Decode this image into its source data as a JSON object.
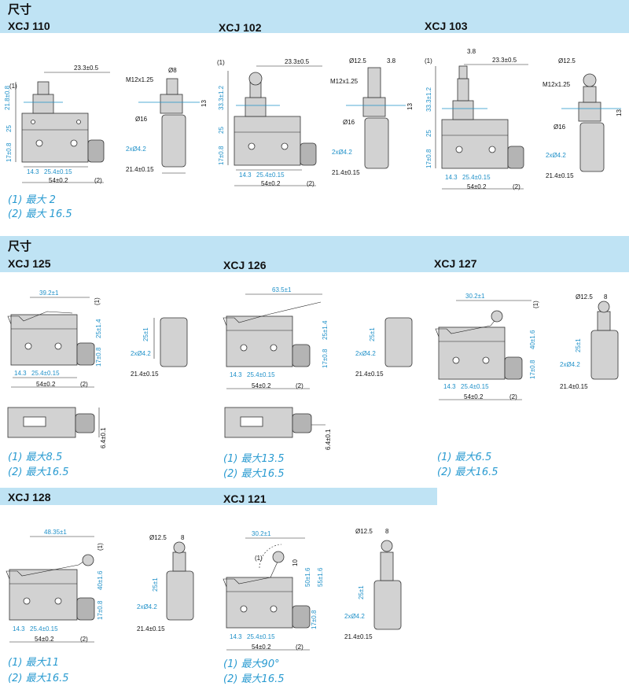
{
  "colors": {
    "header_band": "#bfe3f4",
    "note_text": "#2a9bd1",
    "dimension_blue": "#1e90c8",
    "body_gray": "#d2d2d2"
  },
  "sections": [
    {
      "title": "尺寸",
      "models": [
        {
          "name": "XCJ 110",
          "front": {
            "top": "23.3±0.5",
            "left_upper": "21.8±0.8",
            "note1": "(1)",
            "left_mid": "25",
            "left_low": "17±0.8",
            "b1": "14.3",
            "b2": "25.4±0.15",
            "b3": "54±0.2",
            "note2": "(2)"
          },
          "side": {
            "d_top": "Ø8",
            "thread": "M12x1.25",
            "nut": "13",
            "d16": "Ø16",
            "holes": "2xØ4.2",
            "width": "21.4±0.15"
          }
        },
        {
          "name": "XCJ 102",
          "front": {
            "note1": "(1)",
            "top": "23.3±0.5",
            "left_upper": "33.3±1.2",
            "left_mid": "25",
            "left_low": "17±0.8",
            "b1": "14.3",
            "b2": "25.4±0.15",
            "b3": "54±0.2",
            "note2": "(2)"
          },
          "side": {
            "d_top": "Ø12.5",
            "d_right": "3.8",
            "thread": "M12x1.25",
            "nut": "13",
            "d16": "Ø16",
            "holes": "2xØ4.2",
            "width": "21.4±0.15"
          }
        },
        {
          "name": "XCJ 103",
          "front": {
            "note1": "(1)",
            "roller_w": "3.8",
            "top": "23.3±0.5",
            "left_upper": "33.3±1.2",
            "left_mid": "25",
            "left_low": "17±0.8",
            "b1": "14.3",
            "b2": "25.4±0.15",
            "b3": "54±0.2",
            "note2": "(2)"
          },
          "side": {
            "d_top": "Ø12.5",
            "thread": "M12x1.25",
            "nut": "13",
            "d16": "Ø16",
            "holes": "2xØ4.2",
            "width": "21.4±0.15"
          }
        }
      ],
      "notes": [
        "(1) 最大 2",
        "(2) 最大 16.5"
      ]
    },
    {
      "title": "尺寸",
      "models": [
        {
          "name": "XCJ 125",
          "front": {
            "top": "39.2±1",
            "note1": "(1)",
            "right_upper": "25±1.4",
            "right_low": "17±0.8",
            "b1": "14.3",
            "b2": "25.4±0.15",
            "b3": "54±0.2",
            "note2": "(2)"
          },
          "side": {
            "height": "25±1",
            "holes": "2xØ4.2",
            "width": "21.4±0.15"
          },
          "bottom": {
            "thickness": "6.4±0.1"
          },
          "notes": [
            "(1) 最大8.5",
            "(2) 最大16.5"
          ]
        },
        {
          "name": "XCJ 126",
          "front": {
            "top": "63.5±1",
            "right_upper": "25±1.4",
            "right_low": "17±0.8",
            "b1": "14.3",
            "b2": "25.4±0.15",
            "b3": "54±0.2",
            "note2": "(2)"
          },
          "side": {
            "height": "25±1",
            "holes": "2xØ4.2",
            "width": "21.4±0.15"
          },
          "bottom": {
            "thickness": "6.4±0.1"
          },
          "notes": [
            "(1) 最大13.5",
            "(2) 最大16.5"
          ]
        },
        {
          "name": "XCJ 127",
          "front": {
            "top": "30.2±1",
            "note1": "(1)",
            "right_upper": "40±1.6",
            "right_low": "17±0.8",
            "b1": "14.3",
            "b2": "25.4±0.15",
            "b3": "54±0.2",
            "note2": "(2)"
          },
          "side": {
            "d_top": "Ø12.5",
            "d_right": "8",
            "height": "25±1",
            "holes": "2xØ4.2",
            "width": "21.4±0.15"
          },
          "notes": [
            "(1) 最大6.5",
            "(2) 最大16.5"
          ]
        },
        {
          "name": "XCJ 128",
          "front": {
            "top": "48.35±1",
            "note1": "(1)",
            "right_upper": "40±1.6",
            "right_low": "17±0.8",
            "b1": "14.3",
            "b2": "25.4±0.15",
            "b3": "54±0.2",
            "note2": "(2)"
          },
          "side": {
            "d_top": "Ø12.5",
            "d_right": "8",
            "height": "25±1",
            "holes": "2xØ4.2",
            "width": "21.4±0.15"
          },
          "notes": [
            "(1) 最大11",
            "(2) 最大16.5"
          ]
        },
        {
          "name": "XCJ 121",
          "front": {
            "top": "30.2±1",
            "note1": "(1)",
            "roller": "10",
            "right_a": "50±1.6",
            "right_b": "55±1.6",
            "right_low": "17±0.8",
            "b1": "14.3",
            "b2": "25.4±0.15",
            "b3": "54±0.2",
            "note2": "(2)"
          },
          "side": {
            "d_top": "Ø12.5",
            "d_right": "8",
            "height": "25±1",
            "holes": "2xØ4.2",
            "width": "21.4±0.15"
          },
          "notes": [
            "(1) 最大90°",
            "(2) 最大16.5"
          ]
        }
      ]
    }
  ]
}
